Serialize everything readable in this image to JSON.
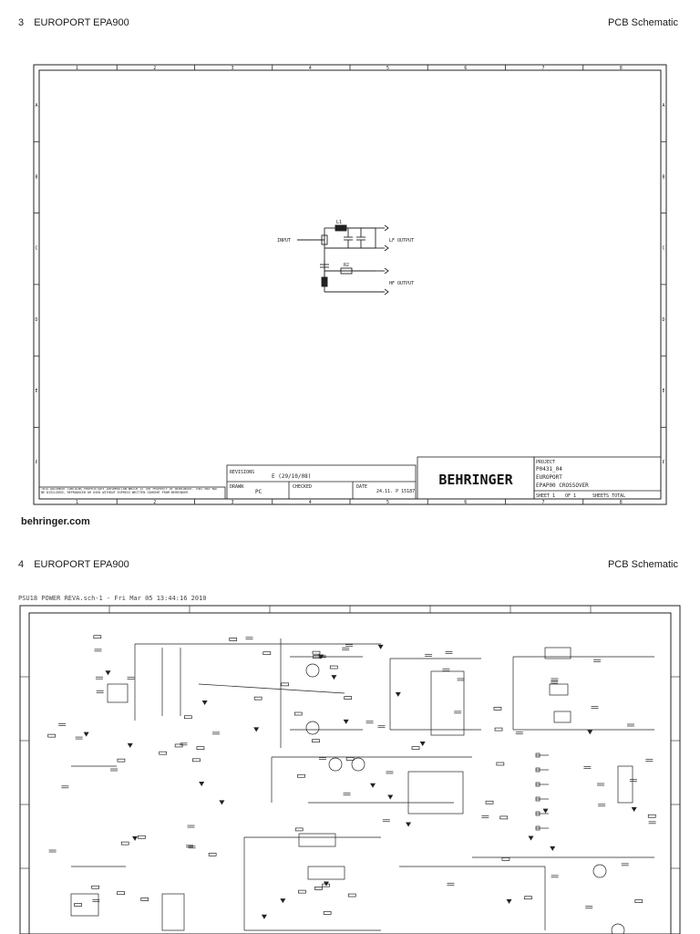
{
  "page1": {
    "page_number": "3",
    "model": "EUROPORT EPA900",
    "doc_type": "PCB Schematic",
    "footer_brand": "behringer.com",
    "schematic": {
      "input_label": "INPUT",
      "lf_output_label": "LF OUTPUT",
      "hf_output_label": "HF OUTPUT",
      "inductor_label": "L1",
      "resistor_label": "R2"
    },
    "title_block": {
      "notice": "THIS DOCUMENT CONTAINS PROPRIETARY INFORMATION WHICH IS THE PROPERTY OF BEHRINGER. THAT MAY NOT BE DISCLOSED, REPRODUCED OR USED WITHOUT EXPRESS WRITTEN CONSENT FROM BEHRINGER",
      "revisions_label": "REVISIONS",
      "revision_value": "E (29/10/08)",
      "drawn_label": "DRAWN",
      "drawn_value": "PC",
      "checked_label": "CHECKED",
      "date_label": "DATE",
      "date_value": "24.11. P 15187",
      "brand": "BEHRINGER",
      "project_label": "PROJECT",
      "project_number": "P0431_04",
      "project_line2": "EUROPORT",
      "project_line3": "EPAP00 CROSSOVER",
      "sheet_label": "SHEET 1",
      "of_label": "OF 1",
      "sheets_total_label": "SHEETS TOTAL"
    }
  },
  "page2": {
    "page_number": "4",
    "model": "EUROPORT EPA900",
    "doc_type": "PCB Schematic",
    "caption": "PSU18 POWER REVA.sch-1 - Fri Mar 05 13:44:16 2010"
  },
  "colors": {
    "ink": "#1a1a1a",
    "line": "#222222",
    "paper": "#ffffff"
  }
}
